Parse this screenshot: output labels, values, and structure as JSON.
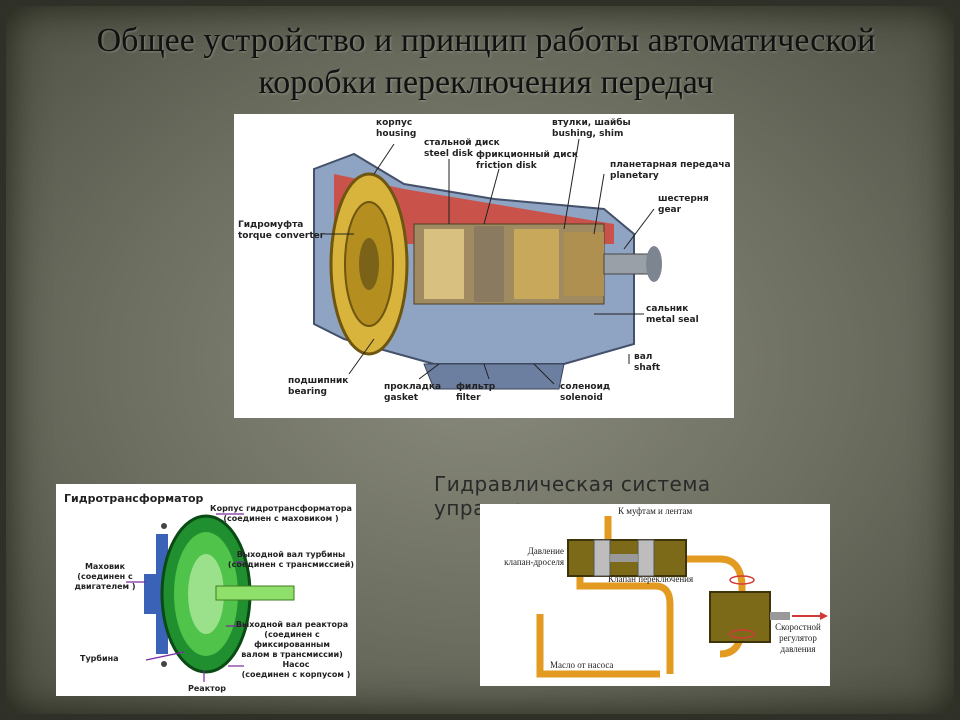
{
  "title": "Общее устройство и принцип работы автоматической коробки переключения передач",
  "transmission": {
    "labels": {
      "housing_ru": "корпус",
      "housing_en": "housing",
      "steel_disk_ru": "стальной диск",
      "steel_disk_en": "steel disk",
      "friction_disk_ru": "фрикционный диск",
      "friction_disk_en": "friction disk",
      "bushing_ru": "втулки, шайбы",
      "bushing_en": "bushing, shim",
      "planetary_ru": "планетарная передача",
      "planetary_en": "planetary",
      "gear_ru": "шестерня",
      "gear_en": "gear",
      "torque_ru": "Гидромуфта",
      "torque_en": "torque converter",
      "seal_ru": "сальник",
      "seal_en": "metal seal",
      "shaft_ru": "вал",
      "shaft_en": "shaft",
      "bearing_ru": "подшипник",
      "bearing_en": "bearing",
      "gasket_ru": "прокладка",
      "gasket_en": "gasket",
      "filter_ru": "фильтр",
      "filter_en": "filter",
      "solenoid_ru": "соленоид",
      "solenoid_en": "solenoid"
    }
  },
  "converter": {
    "heading": "Гидротрансформатор",
    "housing_1": "Корпус гидротрансформатора",
    "housing_2": "(соединен с маховиком )",
    "turbine_shaft_1": "Выходной вал турбины",
    "turbine_shaft_2": "(соединен с трансмиссией)",
    "flywheel_1": "Маховик",
    "flywheel_2": "(соединен с",
    "flywheel_3": "двигателем )",
    "reactor_shaft_1": "Выходной вал реактора",
    "reactor_shaft_2": "(соединен с фиксированным",
    "reactor_shaft_3": "валом в трансмиссии)",
    "turbine": "Турбина",
    "pump_1": "Насос",
    "pump_2": "(соединен с корпусом )",
    "reactor": "Реактор"
  },
  "hydraulic": {
    "caption": "Гидравлическая система управления",
    "to_clutches": "К муфтам и лентам",
    "pressure_1": "Давление",
    "pressure_2": "клапан-дроселя",
    "shift_valve": "Клапан переключения",
    "speed_1": "Скоростной",
    "speed_2": "регулятор",
    "speed_3": "давления",
    "oil": "Масло от насоса"
  }
}
